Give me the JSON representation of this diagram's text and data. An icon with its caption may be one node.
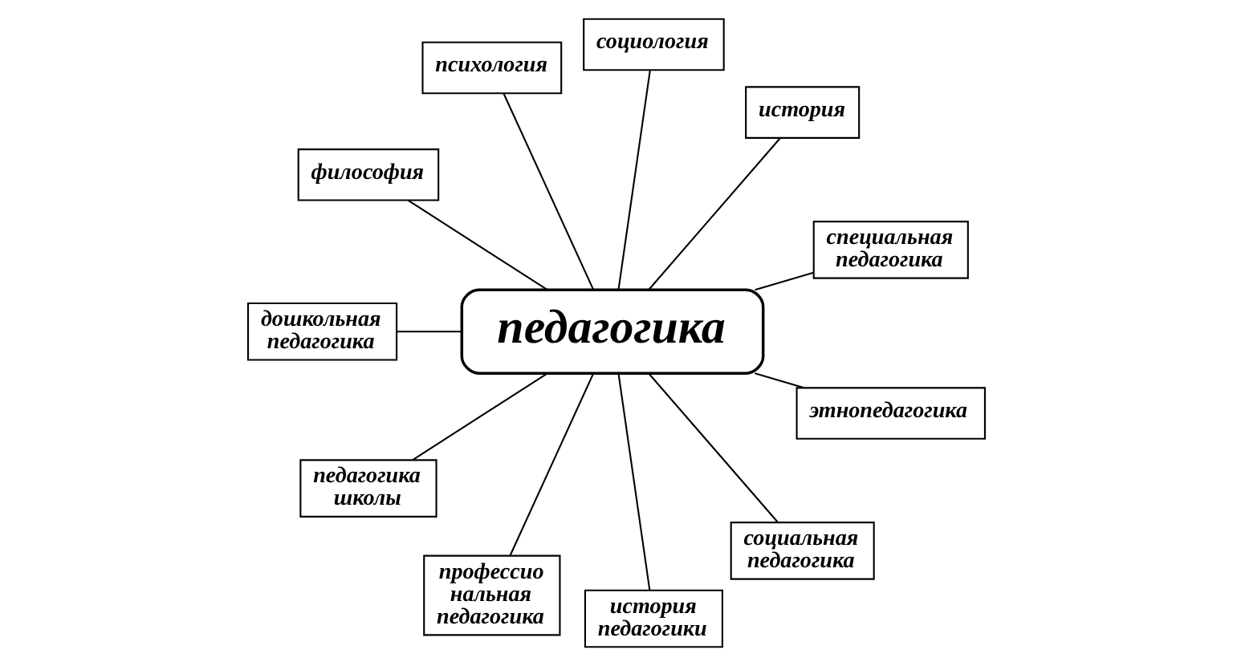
{
  "diagram": {
    "nodes": [
      {
        "text": [
          "психология"
        ]
      },
      {
        "text": [
          "социология"
        ]
      },
      {
        "text": [
          "философия"
        ]
      },
      {
        "text": [
          "история"
        ]
      },
      {
        "text": [
          "дошкольная педагогика"
        ]
      },
      {
        "text": [
          "педагогика"
        ]
      },
      {
        "text": [
          "специальная педагогика"
        ]
      },
      {
        "text": [
          "этнопедагогика"
        ]
      },
      {
        "text": [
          "педагогика школы"
        ]
      },
      {
        "text": [
          "социальная педагогика"
        ]
      },
      {
        "text": [
          "профессио нальная педагогика"
        ]
      },
      {
        "text": [
          "история педагогики"
        ]
      }
    ],
    "edges": [
      {
        "from": 5,
        "to": 0,
        "arrow": "none"
      },
      {
        "from": 5,
        "to": 1,
        "arrow": "none"
      },
      {
        "from": 5,
        "to": 3,
        "arrow": "none"
      },
      {
        "from": 5,
        "to": 6,
        "arrow": "none"
      },
      {
        "from": 5,
        "to": 7,
        "arrow": "none"
      },
      {
        "from": 5,
        "to": 9,
        "arrow": "none"
      },
      {
        "from": 5,
        "to": 11,
        "arrow": "none"
      },
      {
        "from": 5,
        "to": 10,
        "arrow": "none"
      },
      {
        "from": 5,
        "to": 8,
        "arrow": "none"
      },
      {
        "from": 5,
        "to": 4,
        "arrow": "none"
      },
      {
        "from": 5,
        "to": 2,
        "arrow": "none"
      }
    ]
  }
}
